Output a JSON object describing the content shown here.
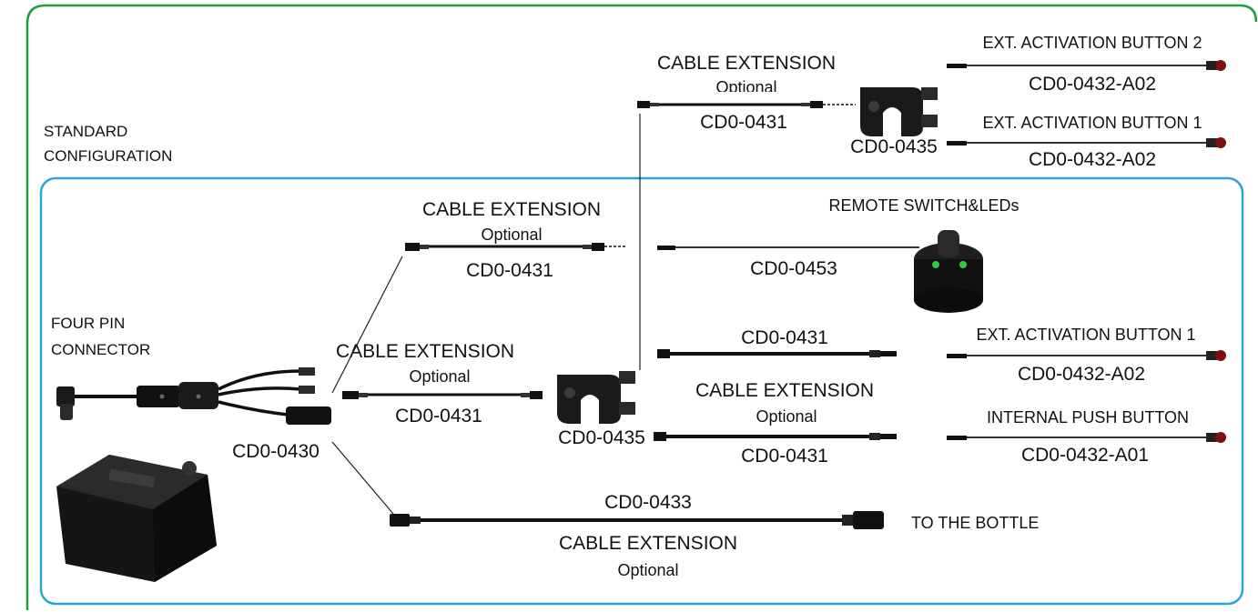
{
  "colors": {
    "outer_border": "#1a9e3a",
    "inner_border": "#2ea3d6",
    "cable": "#111111",
    "button_red": "#7a1010",
    "led_green": "#2ecc40"
  },
  "outer_section": {
    "title_line1": "STANDARD",
    "title_line2": "CONFIGURATION"
  },
  "top_branch": {
    "cable_ext_title": "CABLE EXTENSION",
    "cable_ext_optional": "Optional",
    "cable_ext_code": "CD0-0431",
    "splitter_code": "CD0-0435",
    "button2_title": "EXT. ACTIVATION BUTTON 2",
    "button2_code": "CD0-0432-A02",
    "button1_title": "EXT. ACTIVATION BUTTON 1",
    "button1_code": "CD0-0432-A02"
  },
  "main": {
    "connector_line1": "FOUR PIN",
    "connector_line2": "CONNECTOR",
    "connector_code": "CD0-0430",
    "upper_ext_title": "CABLE EXTENSION",
    "upper_ext_optional": "Optional",
    "upper_ext_code": "CD0-0431",
    "remote_title": "REMOTE SWITCH&LEDs",
    "remote_code": "CD0-0453",
    "mid_ext_title": "CABLE EXTENSION",
    "mid_ext_optional": "Optional",
    "mid_ext_code": "CD0-0431",
    "splitter_code": "CD0-0435",
    "right_top_code": "CD0-0431",
    "right_ext_title": "CABLE EXTENSION",
    "right_ext_optional": "Optional",
    "right_bottom_code": "CD0-0431",
    "ext_button1_title": "EXT. ACTIVATION BUTTON 1",
    "ext_button1_code": "CD0-0432-A02",
    "push_button_title": "INTERNAL PUSH BUTTON",
    "push_button_code": "CD0-0432-A01",
    "bottle_code": "CD0-0433",
    "bottle_target": "TO THE BOTTLE",
    "bottle_ext_title": "CABLE EXTENSION",
    "bottle_ext_optional": "Optional"
  }
}
